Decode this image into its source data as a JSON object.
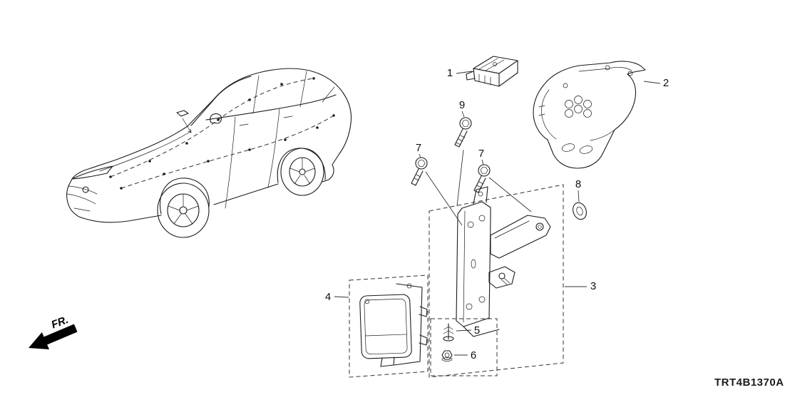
{
  "diagram": {
    "fr_label": "FR.",
    "part_code": "TRT4B1370A",
    "callouts": {
      "one": "1",
      "two": "2",
      "three": "3",
      "four": "4",
      "five": "5",
      "six": "6",
      "seven_left": "7",
      "seven_right": "7",
      "eight": "8",
      "nine": "9"
    },
    "colors": {
      "line": "#1c1c1c",
      "background": "#ffffff",
      "arrow": "#000000"
    }
  }
}
